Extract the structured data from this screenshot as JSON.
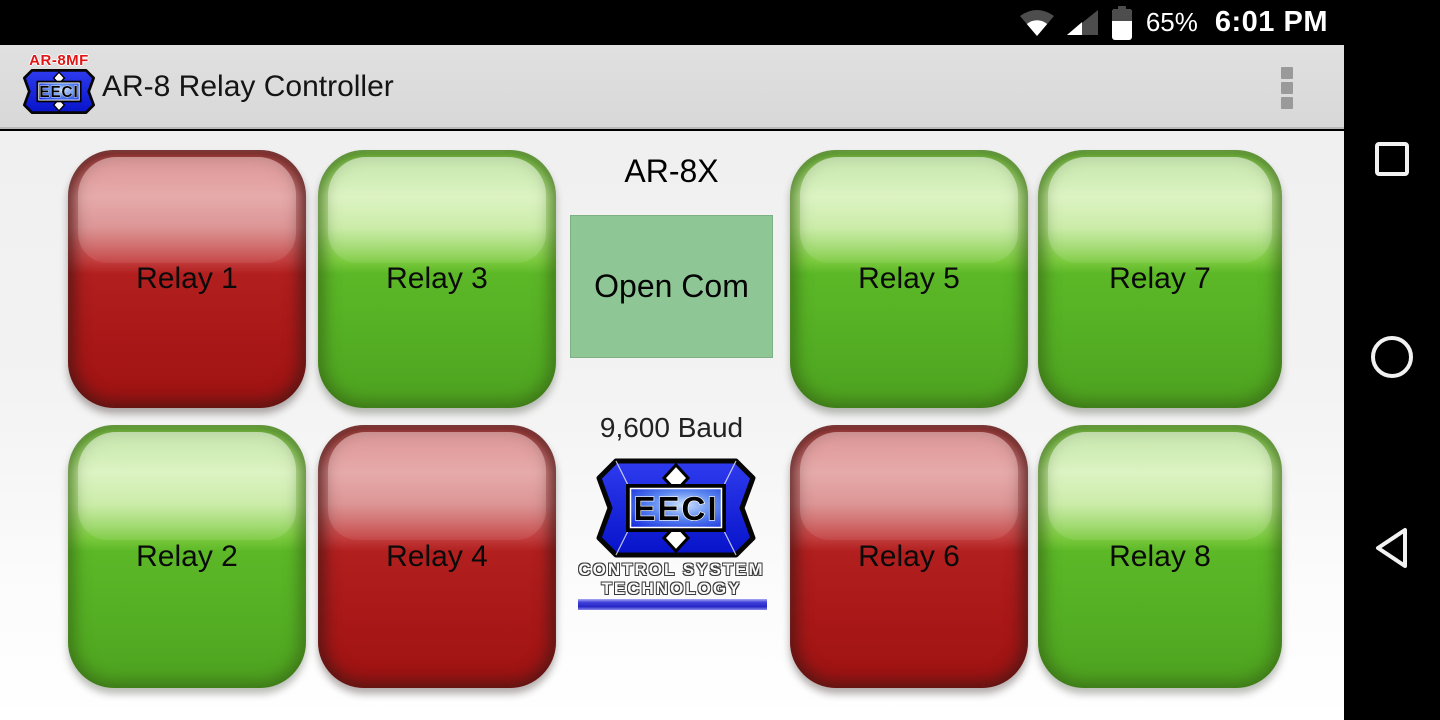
{
  "status_bar": {
    "battery_percent": "65%",
    "time": "6:01 PM",
    "icons": [
      "wifi-icon",
      "cell-signal-icon",
      "battery-icon"
    ]
  },
  "app_bar": {
    "title": "AR-8 Relay Controller",
    "app_icon": {
      "top_text": "AR-8MF",
      "chip_text": "EECI"
    },
    "overflow_menu": "overflow-menu-button"
  },
  "nav_bar": {
    "icons": [
      "recents-icon",
      "home-icon",
      "back-icon"
    ]
  },
  "center": {
    "device_label": "AR-8X",
    "open_com_label": "Open Com",
    "baud_label": "9,600 Baud",
    "brand": {
      "chip_text": "EECI",
      "tagline_line1": "CONTROL SYSTEM",
      "tagline_line2": "TECHNOLOGY"
    }
  },
  "relays": [
    {
      "label": "Relay 1",
      "state": "red"
    },
    {
      "label": "Relay 2",
      "state": "green"
    },
    {
      "label": "Relay 3",
      "state": "green"
    },
    {
      "label": "Relay 4",
      "state": "red"
    },
    {
      "label": "Relay 5",
      "state": "green"
    },
    {
      "label": "Relay 6",
      "state": "red"
    },
    {
      "label": "Relay 7",
      "state": "green"
    },
    {
      "label": "Relay 8",
      "state": "green"
    }
  ],
  "colors": {
    "relay_red": "#b21f1f",
    "relay_green": "#5cb827",
    "open_com_bg": "#8ec795",
    "app_bar_bg": "#dcdcdc",
    "eeci_blue": "#1a26dc",
    "status_bar_bg": "#000000"
  }
}
